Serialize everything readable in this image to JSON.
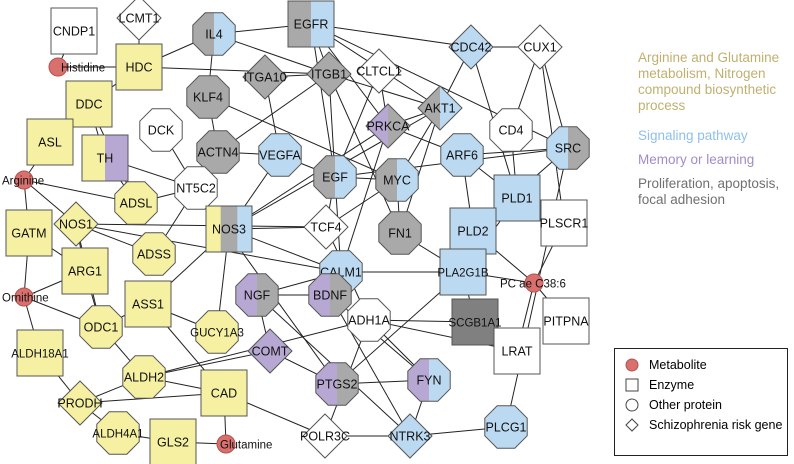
{
  "colors": {
    "yellow": "#f5f0a2",
    "blue": "#bcd9f2",
    "purple": "#b7a8d3",
    "gray": "#a9a9a9",
    "darkgray": "#808080",
    "white": "#ffffff",
    "metabolite": "#d9706d",
    "edge": "#222222"
  },
  "categories": [
    {
      "label": "Arginine and Glutamine metabolism, Nitrogen compound biosynthetic process",
      "color": "#c0b070"
    },
    {
      "label": "Signaling pathway",
      "color": "#8ec0e8"
    },
    {
      "label": "Memory or learning",
      "color": "#a08cc8"
    },
    {
      "label": "Proliferation, apoptosis, focal adhesion",
      "color": "#707070"
    }
  ],
  "legend": [
    {
      "label": "Metabolite",
      "icon": "circle-filled-icon"
    },
    {
      "label": "Enzyme",
      "icon": "square-icon"
    },
    {
      "label": "Other protein",
      "icon": "circle-icon"
    },
    {
      "label": "Schizophrenia risk gene",
      "icon": "diamond-icon"
    }
  ],
  "nodes": [
    {
      "id": "CNDP1",
      "shape": "rect",
      "fill": [
        "white"
      ]
    },
    {
      "id": "LCMT1",
      "shape": "diamond",
      "fill": [
        "white"
      ]
    },
    {
      "id": "Histidine",
      "shape": "metab",
      "fill": [
        "metabolite"
      ]
    },
    {
      "id": "HDC",
      "shape": "rect",
      "fill": [
        "yellow"
      ]
    },
    {
      "id": "IL4",
      "shape": "oct",
      "fill": [
        "gray",
        "blue"
      ]
    },
    {
      "id": "EGFR",
      "shape": "rect",
      "fill": [
        "gray",
        "blue"
      ]
    },
    {
      "id": "CDC42",
      "shape": "diamond",
      "fill": [
        "blue"
      ]
    },
    {
      "id": "CUX1",
      "shape": "diamond",
      "fill": [
        "white"
      ]
    },
    {
      "id": "ITGB1",
      "shape": "diamond",
      "fill": [
        "gray"
      ]
    },
    {
      "id": "CLTCL1",
      "shape": "diamond",
      "fill": [
        "white"
      ]
    },
    {
      "id": "ITGA10",
      "shape": "diamond",
      "fill": [
        "gray"
      ]
    },
    {
      "id": "KLF4",
      "shape": "oct",
      "fill": [
        "gray"
      ]
    },
    {
      "id": "DDC",
      "shape": "rect",
      "fill": [
        "yellow"
      ]
    },
    {
      "id": "DCK",
      "shape": "oct",
      "fill": [
        "white"
      ]
    },
    {
      "id": "AKT1",
      "shape": "diamond",
      "fill": [
        "gray",
        "blue"
      ]
    },
    {
      "id": "CD4",
      "shape": "oct",
      "fill": [
        "white"
      ]
    },
    {
      "id": "PRKCA",
      "shape": "diamond",
      "fill": [
        "purple",
        "gray"
      ]
    },
    {
      "id": "SRC",
      "shape": "oct",
      "fill": [
        "blue",
        "gray"
      ]
    },
    {
      "id": "ASL",
      "shape": "rect",
      "fill": [
        "yellow"
      ]
    },
    {
      "id": "TH",
      "shape": "rect",
      "fill": [
        "yellow",
        "purple"
      ]
    },
    {
      "id": "ACTN4",
      "shape": "oct",
      "fill": [
        "gray"
      ]
    },
    {
      "id": "VEGFA",
      "shape": "oct",
      "fill": [
        "blue"
      ]
    },
    {
      "id": "ARF6",
      "shape": "oct",
      "fill": [
        "blue"
      ]
    },
    {
      "id": "Arginine",
      "shape": "metab",
      "fill": [
        "metabolite"
      ]
    },
    {
      "id": "NT5C2",
      "shape": "oct",
      "fill": [
        "white"
      ]
    },
    {
      "id": "EGF",
      "shape": "oct",
      "fill": [
        "gray",
        "blue"
      ]
    },
    {
      "id": "MYC",
      "shape": "oct",
      "fill": [
        "gray",
        "blue"
      ]
    },
    {
      "id": "ADSL",
      "shape": "oct",
      "fill": [
        "yellow"
      ]
    },
    {
      "id": "PLD1",
      "shape": "rect",
      "fill": [
        "blue"
      ]
    },
    {
      "id": "PLSCR1",
      "shape": "rect",
      "fill": [
        "white"
      ]
    },
    {
      "id": "NOS1",
      "shape": "diamond",
      "fill": [
        "yellow"
      ]
    },
    {
      "id": "GATM",
      "shape": "rect",
      "fill": [
        "yellow"
      ]
    },
    {
      "id": "NOS3",
      "shape": "rect",
      "fill": [
        "yellow",
        "gray",
        "blue"
      ]
    },
    {
      "id": "TCF4",
      "shape": "diamond",
      "fill": [
        "white"
      ]
    },
    {
      "id": "FN1",
      "shape": "oct",
      "fill": [
        "gray"
      ]
    },
    {
      "id": "PLD2",
      "shape": "rect",
      "fill": [
        "blue"
      ]
    },
    {
      "id": "ADSS",
      "shape": "oct",
      "fill": [
        "yellow"
      ]
    },
    {
      "id": "ARG1",
      "shape": "rect",
      "fill": [
        "yellow"
      ]
    },
    {
      "id": "CALM1",
      "shape": "oct",
      "fill": [
        "blue"
      ]
    },
    {
      "id": "PLA2G1B",
      "shape": "rect",
      "fill": [
        "blue"
      ]
    },
    {
      "id": "PC ae C38:6",
      "shape": "metab",
      "fill": [
        "metabolite"
      ]
    },
    {
      "id": "Ornithine",
      "shape": "metab",
      "fill": [
        "metabolite"
      ]
    },
    {
      "id": "ASS1",
      "shape": "rect",
      "fill": [
        "yellow"
      ]
    },
    {
      "id": "NGF",
      "shape": "oct",
      "fill": [
        "purple",
        "gray"
      ]
    },
    {
      "id": "BDNF",
      "shape": "oct",
      "fill": [
        "purple",
        "gray"
      ]
    },
    {
      "id": "SCGB1A1",
      "shape": "rect",
      "fill": [
        "darkgray"
      ]
    },
    {
      "id": "PITPNA",
      "shape": "rect",
      "fill": [
        "white"
      ]
    },
    {
      "id": "ODC1",
      "shape": "oct",
      "fill": [
        "yellow"
      ]
    },
    {
      "id": "GUCY1A3",
      "shape": "oct",
      "fill": [
        "yellow"
      ]
    },
    {
      "id": "ADH1A",
      "shape": "oct",
      "fill": [
        "white"
      ]
    },
    {
      "id": "LRAT",
      "shape": "rect",
      "fill": [
        "white"
      ]
    },
    {
      "id": "ALDH18A1",
      "shape": "rect",
      "fill": [
        "yellow"
      ]
    },
    {
      "id": "COMT",
      "shape": "diamond",
      "fill": [
        "purple"
      ]
    },
    {
      "id": "ALDH2",
      "shape": "oct",
      "fill": [
        "yellow"
      ]
    },
    {
      "id": "PTGS2",
      "shape": "oct",
      "fill": [
        "purple",
        "gray"
      ]
    },
    {
      "id": "FYN",
      "shape": "oct",
      "fill": [
        "purple",
        "blue"
      ]
    },
    {
      "id": "CAD",
      "shape": "rect",
      "fill": [
        "yellow"
      ]
    },
    {
      "id": "PRODH",
      "shape": "diamond",
      "fill": [
        "yellow"
      ]
    },
    {
      "id": "ALDH4A1",
      "shape": "oct",
      "fill": [
        "yellow"
      ]
    },
    {
      "id": "GLS2",
      "shape": "rect",
      "fill": [
        "yellow"
      ]
    },
    {
      "id": "Glutamine",
      "shape": "metab",
      "fill": [
        "metabolite"
      ]
    },
    {
      "id": "POLR3C",
      "shape": "diamond",
      "fill": [
        "white"
      ]
    },
    {
      "id": "NTRK3",
      "shape": "diamond",
      "fill": [
        "blue"
      ]
    },
    {
      "id": "PLCG1",
      "shape": "oct",
      "fill": [
        "blue"
      ]
    }
  ],
  "edges": [
    [
      "CNDP1",
      "Histidine"
    ],
    [
      "LCMT1",
      "HDC"
    ],
    [
      "Histidine",
      "HDC"
    ],
    [
      "HDC",
      "IL4"
    ],
    [
      "HDC",
      "ITGB1"
    ],
    [
      "HDC",
      "DDC"
    ],
    [
      "IL4",
      "EGFR"
    ],
    [
      "IL4",
      "KLF4"
    ],
    [
      "IL4",
      "ITGB1"
    ],
    [
      "EGFR",
      "ITGB1"
    ],
    [
      "EGFR",
      "CDC42"
    ],
    [
      "EGFR",
      "AKT1"
    ],
    [
      "EGFR",
      "PRKCA"
    ],
    [
      "EGFR",
      "EGF"
    ],
    [
      "EGFR",
      "SRC"
    ],
    [
      "CDC42",
      "CUX1"
    ],
    [
      "CDC42",
      "AKT1"
    ],
    [
      "CDC42",
      "PLD1"
    ],
    [
      "CUX1",
      "CD4"
    ],
    [
      "CUX1",
      "SRC"
    ],
    [
      "CUX1",
      "PLSCR1"
    ],
    [
      "ITGB1",
      "ITGA10"
    ],
    [
      "ITGB1",
      "ACTN4"
    ],
    [
      "ITGB1",
      "EGF"
    ],
    [
      "ITGB1",
      "FN1"
    ],
    [
      "ITGB1",
      "AKT1"
    ],
    [
      "CLTCL1",
      "EGF"
    ],
    [
      "CLTCL1",
      "PRKCA"
    ],
    [
      "ITGA10",
      "VEGFA"
    ],
    [
      "KLF4",
      "ACTN4"
    ],
    [
      "KLF4",
      "MYC"
    ],
    [
      "DDC",
      "TH"
    ],
    [
      "DDC",
      "ASL"
    ],
    [
      "DCK",
      "NT5C2"
    ],
    [
      "AKT1",
      "PRKCA"
    ],
    [
      "AKT1",
      "MYC"
    ],
    [
      "AKT1",
      "NOS3"
    ],
    [
      "AKT1",
      "FN1"
    ],
    [
      "PRKCA",
      "ARF6"
    ],
    [
      "PRKCA",
      "NOS3"
    ],
    [
      "PRKCA",
      "CALM1"
    ],
    [
      "SRC",
      "ARF6"
    ],
    [
      "SRC",
      "PLD2"
    ],
    [
      "SRC",
      "EGF"
    ],
    [
      "CD4",
      "PLD1"
    ],
    [
      "ASL",
      "Arginine"
    ],
    [
      "TH",
      "ADSL"
    ],
    [
      "TH",
      "NT5C2"
    ],
    [
      "ACTN4",
      "VEGFA"
    ],
    [
      "VEGFA",
      "EGF"
    ],
    [
      "VEGFA",
      "NOS3"
    ],
    [
      "ARF6",
      "PLD1"
    ],
    [
      "ARF6",
      "PLD2"
    ],
    [
      "Arginine",
      "ADSL"
    ],
    [
      "Arginine",
      "NOS1"
    ],
    [
      "Arginine",
      "GATM"
    ],
    [
      "NT5C2",
      "ADSL"
    ],
    [
      "NT5C2",
      "ADSS"
    ],
    [
      "NT5C2",
      "PTGS2"
    ],
    [
      "EGF",
      "MYC"
    ],
    [
      "EGF",
      "CALM1"
    ],
    [
      "EGF",
      "TCF4"
    ],
    [
      "MYC",
      "FN1"
    ],
    [
      "MYC",
      "TCF4"
    ],
    [
      "PLD1",
      "PLD2"
    ],
    [
      "PLD1",
      "PLA2G1B"
    ],
    [
      "PLSCR1",
      "PC ae C38:6"
    ],
    [
      "NOS1",
      "ADSS"
    ],
    [
      "NOS1",
      "ARG1"
    ],
    [
      "NOS1",
      "CALM1"
    ],
    [
      "NOS1",
      "ODC1"
    ],
    [
      "GATM",
      "Ornithine"
    ],
    [
      "GATM",
      "ARG1"
    ],
    [
      "NOS3",
      "CALM1"
    ],
    [
      "NOS3",
      "ASS1"
    ],
    [
      "NOS3",
      "TCF4"
    ],
    [
      "NOS3",
      "GUCY1A3"
    ],
    [
      "TCF4",
      "ADH1A"
    ],
    [
      "FN1",
      "PLA2G1B"
    ],
    [
      "PLD2",
      "PC ae C38:6"
    ],
    [
      "PLD2",
      "PLA2G1B"
    ],
    [
      "ARG1",
      "Ornithine"
    ],
    [
      "ARG1",
      "ODC1"
    ],
    [
      "CALM1",
      "PLA2G1B"
    ],
    [
      "CALM1",
      "NGF"
    ],
    [
      "CALM1",
      "BDNF"
    ],
    [
      "PLA2G1B",
      "PC ae C38:6"
    ],
    [
      "PLA2G1B",
      "SCGB1A1"
    ],
    [
      "PLA2G1B",
      "PTGS2"
    ],
    [
      "PC ae C38:6",
      "LRAT"
    ],
    [
      "PC ae C38:6",
      "PITPNA"
    ],
    [
      "Ornithine",
      "ODC1"
    ],
    [
      "Ornithine",
      "ALDH18A1"
    ],
    [
      "ASS1",
      "ODC1"
    ],
    [
      "ASS1",
      "GUCY1A3"
    ],
    [
      "ASS1",
      "CAD"
    ],
    [
      "NGF",
      "BDNF"
    ],
    [
      "NGF",
      "NTRK3"
    ],
    [
      "NGF",
      "COMT"
    ],
    [
      "BDNF",
      "NTRK3"
    ],
    [
      "BDNF",
      "FYN"
    ],
    [
      "SCGB1A1",
      "ADH1A"
    ],
    [
      "ODC1",
      "ALDH2"
    ],
    [
      "ADH1A",
      "ALDH2"
    ],
    [
      "ADH1A",
      "FYN"
    ],
    [
      "ADH1A",
      "LRAT"
    ],
    [
      "ADH1A",
      "POLR3C"
    ],
    [
      "ALDH18A1",
      "PRODH"
    ],
    [
      "COMT",
      "ALDH2"
    ],
    [
      "COMT",
      "PTGS2"
    ],
    [
      "ALDH2",
      "CAD"
    ],
    [
      "ALDH2",
      "PRODH"
    ],
    [
      "PTGS2",
      "FYN"
    ],
    [
      "FYN",
      "NTRK3"
    ],
    [
      "CAD",
      "Glutamine"
    ],
    [
      "CAD",
      "POLR3C"
    ],
    [
      "PRODH",
      "ALDH4A1"
    ],
    [
      "PRODH",
      "CAD"
    ],
    [
      "ALDH4A1",
      "GLS2"
    ],
    [
      "GLS2",
      "Glutamine"
    ],
    [
      "NTRK3",
      "PLCG1"
    ],
    [
      "PLCG1",
      "SRC"
    ],
    [
      "POLR3C",
      "NTRK3"
    ],
    [
      "NOS1",
      "TCF4"
    ],
    [
      "DDC",
      "ADSL"
    ]
  ]
}
